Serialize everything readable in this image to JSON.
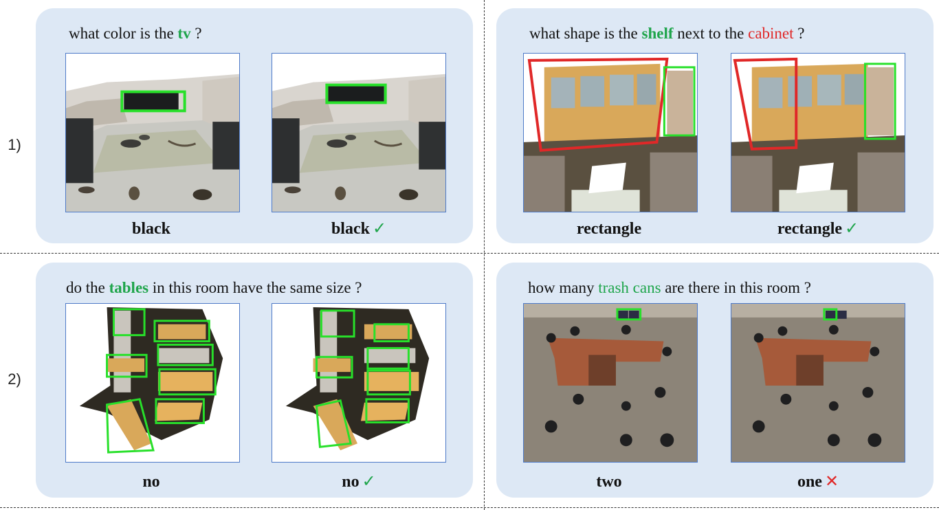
{
  "rows": [
    {
      "label": "1)"
    },
    {
      "label": "2)"
    }
  ],
  "panels": [
    {
      "question": {
        "pre": "what color is the ",
        "target": "tv",
        "mid": "",
        "target2": "",
        "post": " ?"
      },
      "answers": [
        {
          "text": "black",
          "mark": ""
        },
        {
          "text": "black",
          "mark": "✓"
        }
      ]
    },
    {
      "question": {
        "pre": "what shape is the ",
        "target": "shelf",
        "mid": " next to the ",
        "target2": "cabinet",
        "post": " ?"
      },
      "answers": [
        {
          "text": "rectangle",
          "mark": ""
        },
        {
          "text": "rectangle",
          "mark": "✓"
        }
      ]
    },
    {
      "question": {
        "pre": "do the ",
        "target": "tables",
        "mid": "",
        "target2": "",
        "post": " in this room have the same size ?"
      },
      "answers": [
        {
          "text": "no",
          "mark": ""
        },
        {
          "text": "no",
          "mark": "✓"
        }
      ]
    },
    {
      "question": {
        "pre": "how many ",
        "target": "trash cans",
        "mid": "",
        "target2": "",
        "post": " are there in this room  ?"
      },
      "answers": [
        {
          "text": "two",
          "mark": ""
        },
        {
          "text": "one",
          "mark": "✕"
        }
      ]
    }
  ],
  "colors": {
    "highlight_green": "#1fa54b",
    "highlight_red": "#e02828",
    "panel_background": "#dde8f5",
    "image_border": "#4d79c7"
  }
}
